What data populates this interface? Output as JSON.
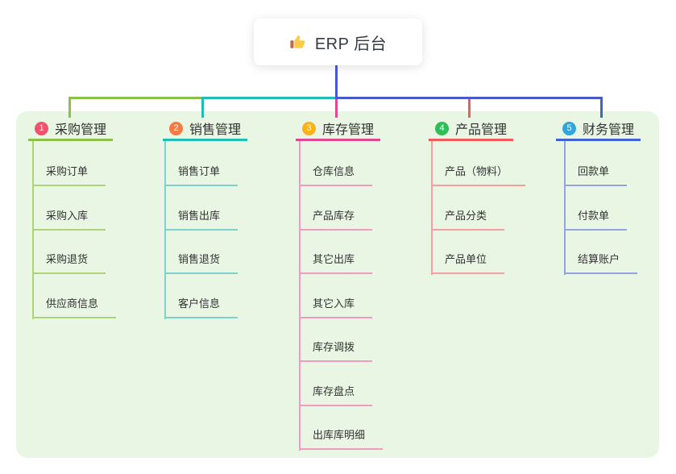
{
  "root": {
    "title": "ERP 后台",
    "icon": "thumbs-up-icon"
  },
  "panel": {
    "background": "#E9F6E4"
  },
  "connector_color": "#4A58CE",
  "branches": [
    {
      "number": "1",
      "label": "采购管理",
      "badge_color": "#F4516C",
      "line_color": "#8CC04A",
      "light_color": "#ABD47B",
      "children": [
        "采购订单",
        "采购入库",
        "采购退货",
        "供应商信息"
      ]
    },
    {
      "number": "2",
      "label": "销售管理",
      "badge_color": "#F87B45",
      "line_color": "#1FBDB2",
      "light_color": "#7DD2CB",
      "children": [
        "销售订单",
        "销售出库",
        "销售退货",
        "客户信息"
      ]
    },
    {
      "number": "3",
      "label": "库存管理",
      "badge_color": "#FCB11B",
      "line_color": "#E0488F",
      "light_color": "#F09CC2",
      "children": [
        "仓库信息",
        "产品库存",
        "其它出库",
        "其它入库",
        "库存调拨",
        "库存盘点",
        "出库库明细"
      ]
    },
    {
      "number": "4",
      "label": "产品管理",
      "badge_color": "#2FBE57",
      "line_color": "#F05B5B",
      "light_color": "#F5A0A0",
      "children": [
        "产品（物料）",
        "产品分类",
        "产品单位"
      ]
    },
    {
      "number": "5",
      "label": "财务管理",
      "badge_color": "#2FA7DC",
      "line_color": "#4062D2",
      "light_color": "#92A5DE",
      "children": [
        "回款单",
        "付款单",
        "结算账户"
      ]
    }
  ]
}
